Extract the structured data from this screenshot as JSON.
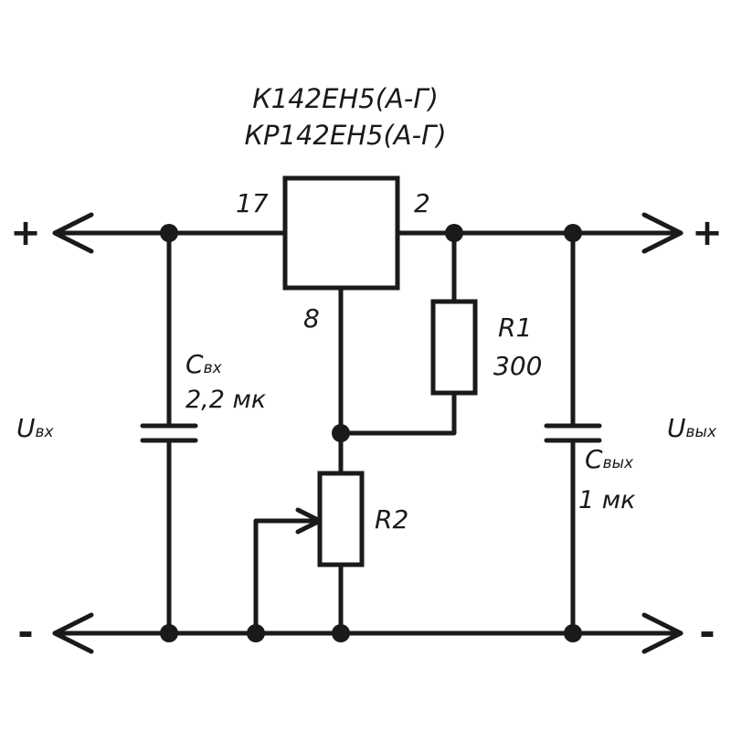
{
  "chip": {
    "name_line1": "К142ЕН5(А-Г)",
    "name_line2": "КР142ЕН5(А-Г)",
    "pin_in": "17",
    "pin_out": "2",
    "pin_gnd": "8"
  },
  "r1": {
    "name": "R1",
    "value": "300"
  },
  "r2": {
    "name": "R2"
  },
  "c_in": {
    "name_main": "C",
    "name_sub": "вх",
    "value": "2,2 мк"
  },
  "c_out": {
    "name_main": "C",
    "name_sub": "вых",
    "value": "1 мк"
  },
  "u_in": {
    "main": "U",
    "sub": "вх"
  },
  "u_out": {
    "main": "U",
    "sub": "вых"
  },
  "terminals": {
    "plus_left": "+",
    "plus_right": "+",
    "minus_left": "-",
    "minus_right": "-"
  },
  "colors": {
    "ink": "#1a1a1a",
    "background": "#ffffff"
  }
}
